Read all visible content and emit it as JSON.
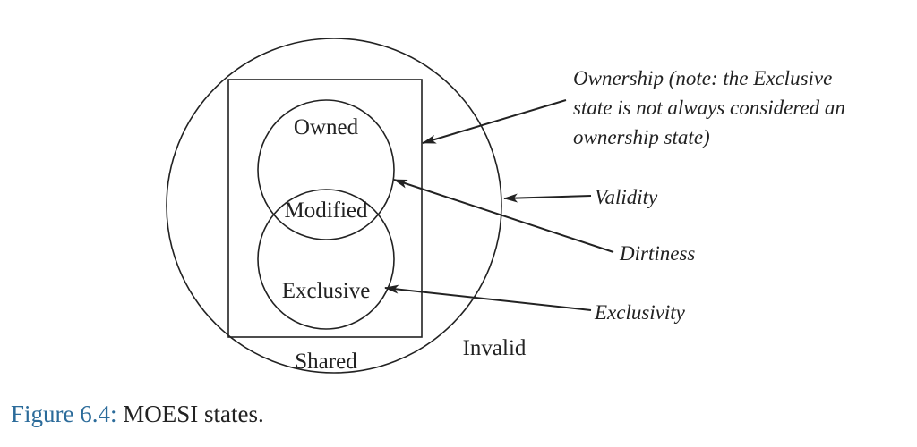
{
  "diagram": {
    "states": {
      "owned": "Owned",
      "modified": "Modified",
      "exclusive": "Exclusive",
      "shared": "Shared",
      "invalid": "Invalid"
    },
    "annotations": {
      "ownership": [
        "Ownership (note: the Exclusive",
        "state is not always considered an",
        "ownership state)"
      ],
      "validity": "Validity",
      "dirtiness": "Dirtiness",
      "exclusivity": "Exclusivity"
    }
  },
  "caption": {
    "number": "Figure 6.4",
    "separator": ":",
    "text": " MOESI states."
  }
}
